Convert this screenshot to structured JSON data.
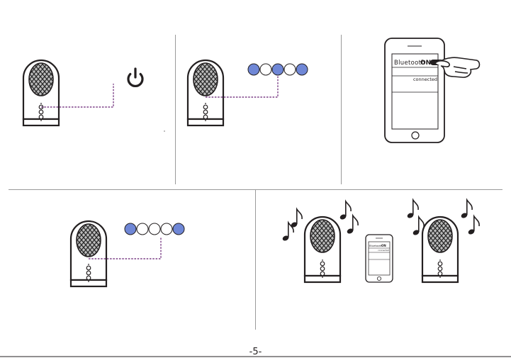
{
  "steps": {
    "step1": {
      "indicator": "power-icon"
    },
    "step2": {
      "led_pattern": [
        "blue",
        "white",
        "blue",
        "white",
        "blue"
      ]
    },
    "step3": {
      "phone": {
        "bluetooth_label": "Bluetooth",
        "toggle_label": "ON",
        "status_label": "connected"
      }
    },
    "step4": {
      "led_pattern": [
        "blue",
        "white",
        "white",
        "white",
        "blue"
      ]
    },
    "step5": {
      "mini_phone": {
        "bluetooth_label": "Bluetooth",
        "toggle_label": "ON",
        "status_label": "connected"
      },
      "icons": [
        "music-note-icon",
        "music-note-icon",
        "music-note-icon",
        "music-note-icon",
        "music-note-icon",
        "music-note-icon"
      ]
    }
  },
  "colors": {
    "led_blue": "#6f87d6",
    "led_white": "#ffffff",
    "dash": "#7b3f86",
    "ink": "#231f20"
  },
  "footer": {
    "page_number": "-5-"
  }
}
